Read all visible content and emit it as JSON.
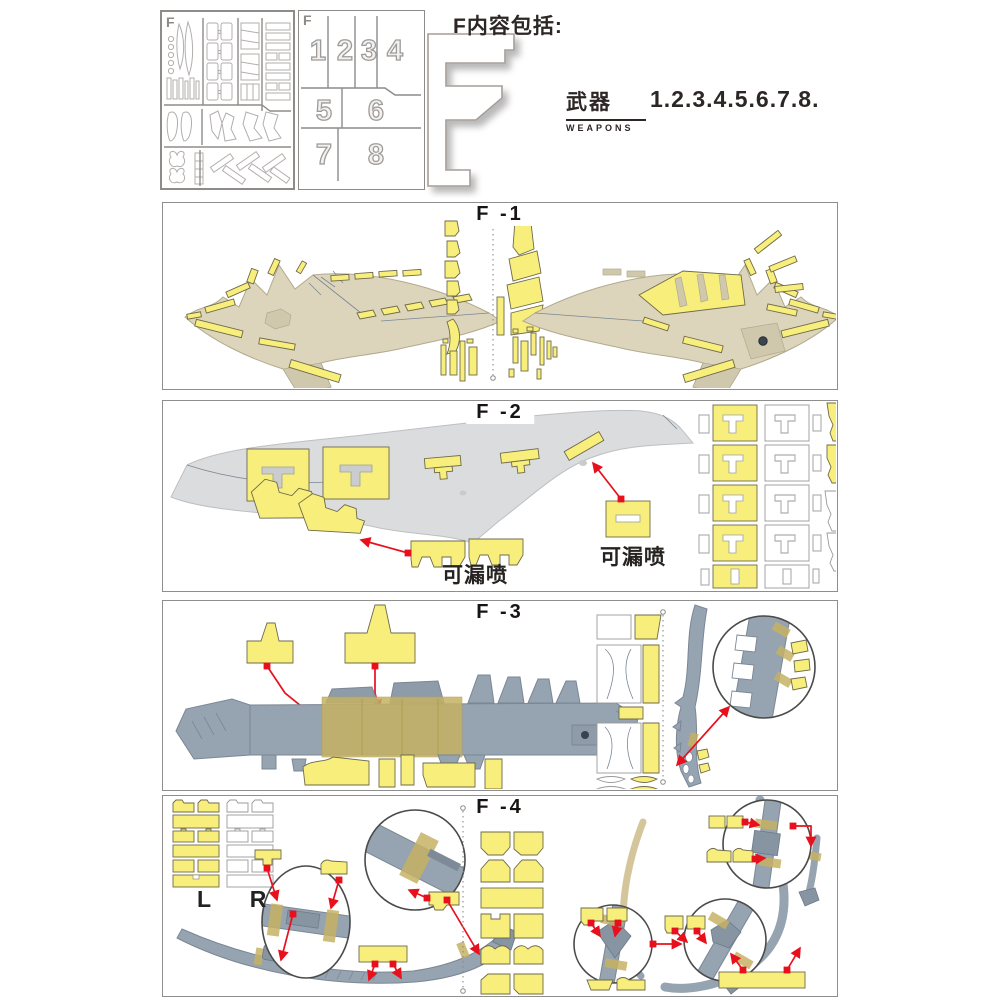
{
  "doc": {
    "sheet_letter": "F",
    "header_title": "F内容包括:",
    "category_cn": "武器",
    "category_en": "WEAPONS",
    "content_numbers": "1.2.3.4.5.6.7.8.",
    "zone_numbers": [
      "1",
      "2",
      "3",
      "4",
      "5",
      "6",
      "7",
      "8"
    ]
  },
  "panels": {
    "f1": {
      "title": "F -1"
    },
    "f2": {
      "title": "F -2",
      "note_left": "可漏喷",
      "note_right": "可漏喷"
    },
    "f3": {
      "title": "F -3"
    },
    "f4": {
      "title": "F -4",
      "label_left": "L",
      "label_right": "R"
    }
  },
  "colors": {
    "sticker_yellow": "#f8ee7c",
    "resin_beige": "#dcd5bb",
    "plastic_gray": "#96a3b0",
    "light_gray_part": "#dbdcde",
    "masking_tape_olive": "#c5b264",
    "arrow_red": "#e8101c"
  }
}
